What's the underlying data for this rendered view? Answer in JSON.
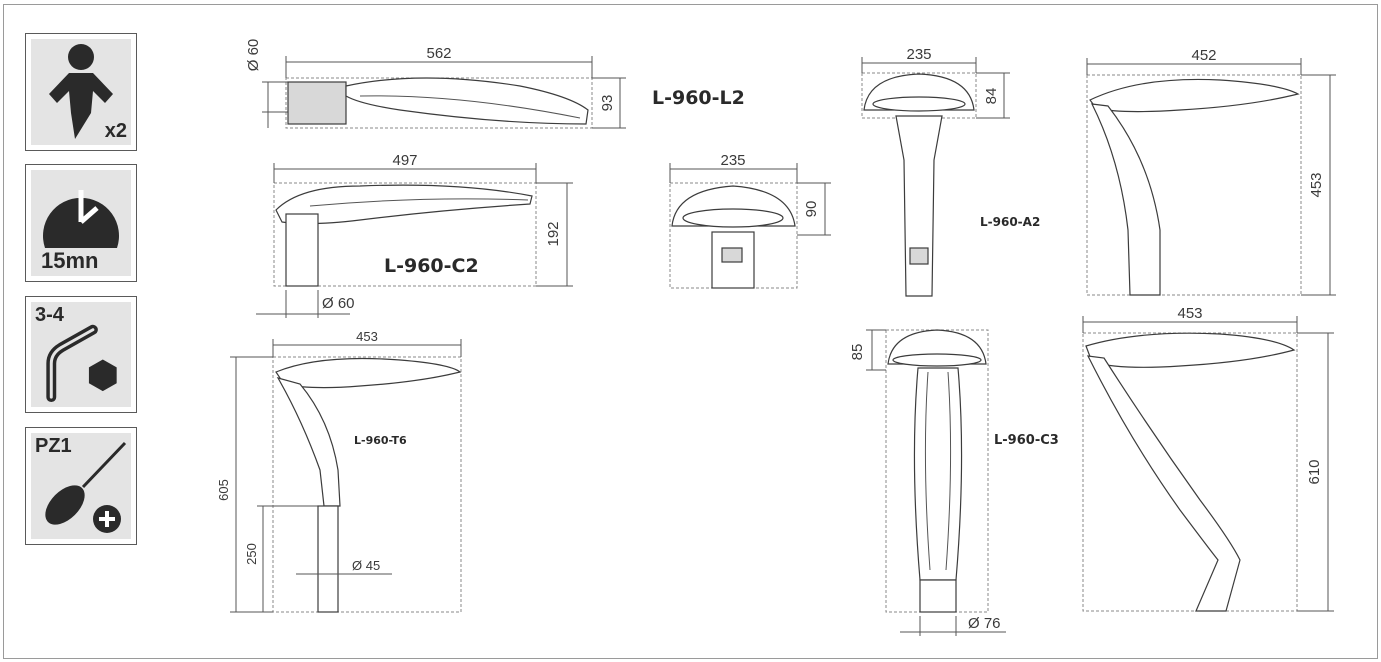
{
  "icons": {
    "persons": {
      "label": "x2"
    },
    "time": {
      "label": "15mn"
    },
    "hex_key": {
      "label": "3-4"
    },
    "screwdriver": {
      "label": "PZ1"
    }
  },
  "models": {
    "l2": "L-960-L2",
    "c2": "L-960-C2",
    "t6": "L-960-T6",
    "a2": "L-960-A2",
    "c3": "L-960-C3"
  },
  "dims": {
    "l2_width": "562",
    "l2_height": "93",
    "l2_diam": "Ø 60",
    "c2_width": "497",
    "c2_height": "192",
    "c2_diam": "Ø 60",
    "front_width": "235",
    "front_height": "90",
    "t6_width": "453",
    "t6_height": "605",
    "t6_pole": "250",
    "t6_diam": "Ø 45",
    "a2_width": "235",
    "a2_height": "84",
    "side_width": "452",
    "side_height": "453",
    "c3_height": "85",
    "c3_diam": "Ø 76",
    "c3side_width": "453",
    "c3side_height": "610"
  }
}
